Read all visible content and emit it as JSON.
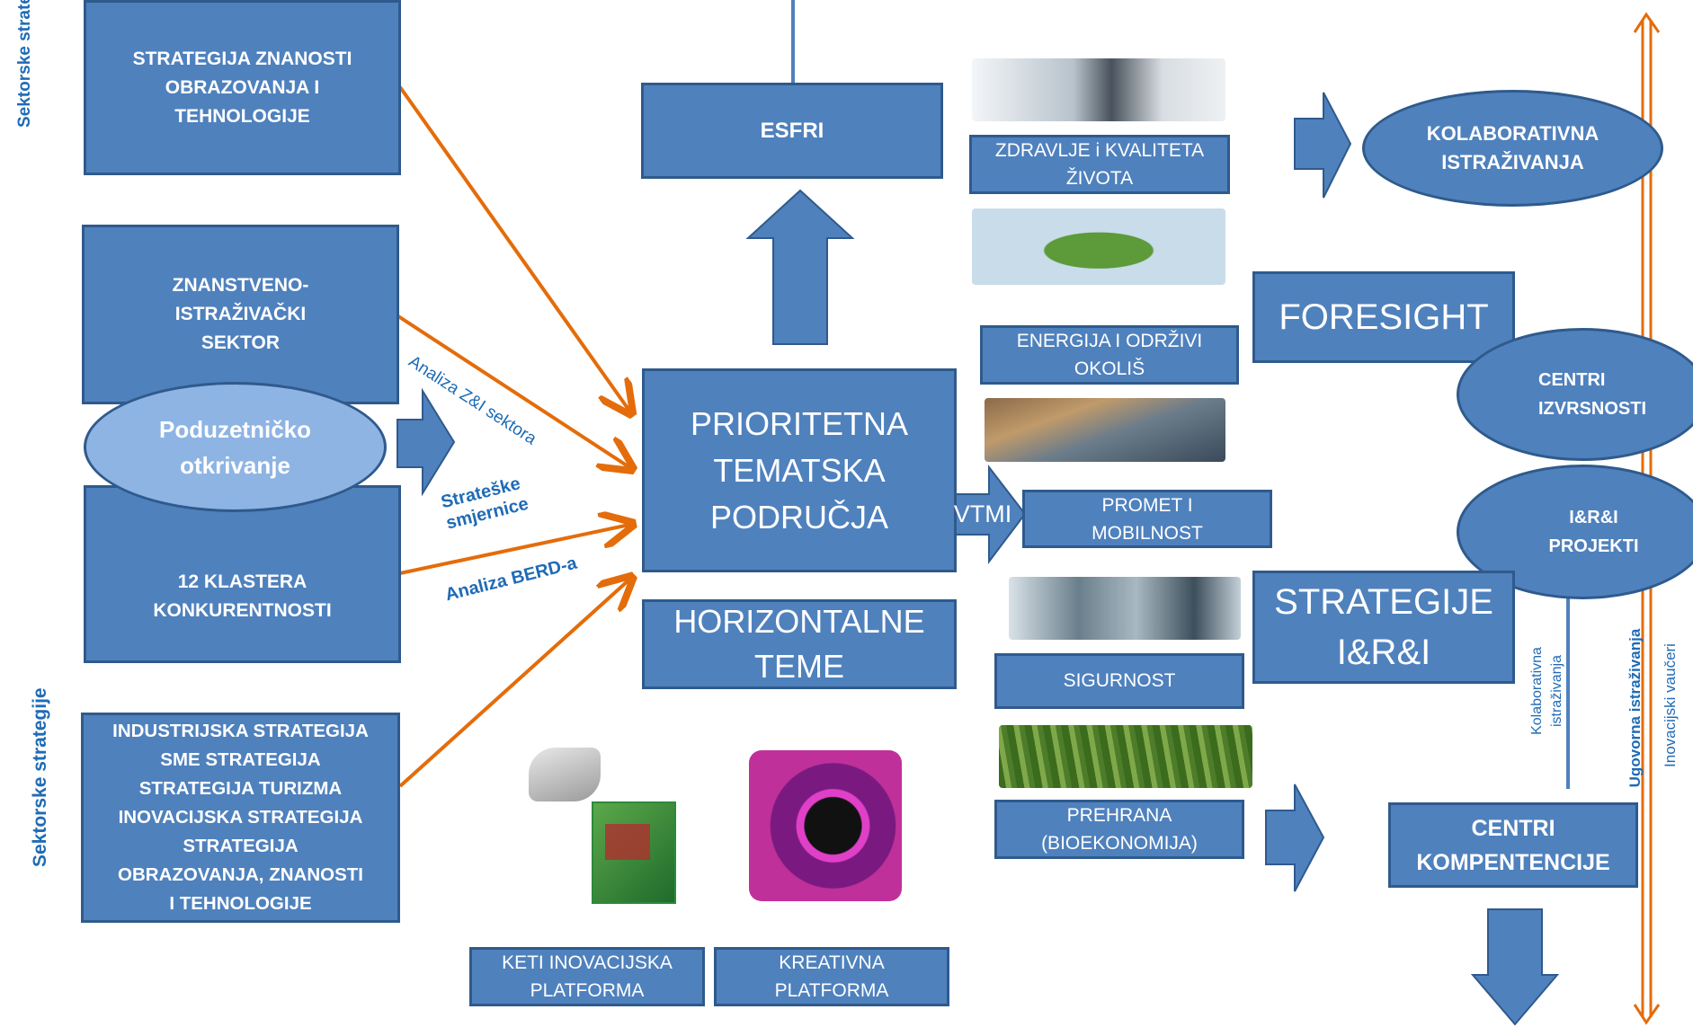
{
  "left": {
    "sektorske_top": "Sektorske strategije",
    "sektorske_bottom": "Sektorske strategije",
    "strategija_znanosti": "STRATEGIJA ZNANOSTI OBRAZOVANJA I TEHNOLOGIJE",
    "znanstveno": "ZNANSTVENO-ISTRAŽIVAČKI SEKTOR",
    "poduzetnicko": "Poduzetničko otkrivanje",
    "klastera": "12 KLASTERA KONKURENTNOSTI",
    "industrijska": [
      "INDUSTRIJSKA STRATEGIJA",
      "SME STRATEGIJA",
      "STRATEGIJA TURIZMA",
      "INOVACIJSKA STRATEGIJA",
      "STRATEGIJA",
      "OBRAZOVANJA, ZNANOSTI",
      "I TEHNOLOGIJE"
    ]
  },
  "arrow_labels": {
    "analiza_zi": "Analiza Z&I sektora",
    "strateske": "Strateške smjernice",
    "analiza_berd": "Analiza BERD-a"
  },
  "center": {
    "esfri": "ESFRI",
    "prioritetna": "PRIORITETNA TEMATSKA PODRUČJA",
    "horizontalne": "HORIZONTALNE TEME",
    "vtmi": "VTMI",
    "keti": "KETI INOVACIJSKA PLATFORMA",
    "kreativna": "KREATIVNA PLATFORMA"
  },
  "themes": {
    "zdravlje": "ZDRAVLJE i KVALITETA ŽIVOTA",
    "energija": "ENERGIJA I ODRŽIVI OKOLIŠ",
    "promet": "PROMET I MOBILNOST",
    "sigurnost": "SIGURNOST",
    "prehrana": "PREHRANA (BIOEKONOMIJA)"
  },
  "right": {
    "kolaborativna": "KOLABORATIVNA ISTRAŽIVANJA",
    "foresight": "FORESIGHT",
    "centri_izvrsnosti": "CENTRI IZVRSNOSTI",
    "irri_projekti": "I&R&I PROJEKTI",
    "strategije_irri": "STRATEGIJE I&R&I",
    "centri_kompetencije": "CENTRI KOMPENTENCIJE",
    "kolab_vertical": "Kolaborativna istraživanja",
    "ugovorna_vertical": "Ugovorna istraživanja",
    "inovacijski_vertical": "Inovacijski vaučeri"
  },
  "colors": {
    "box_fill": "#4f81bd",
    "box_border": "#2f5a8c",
    "ellipse_light": "#8eb4e3",
    "orange": "#e46c0a",
    "label_blue": "#1f6bb5"
  }
}
